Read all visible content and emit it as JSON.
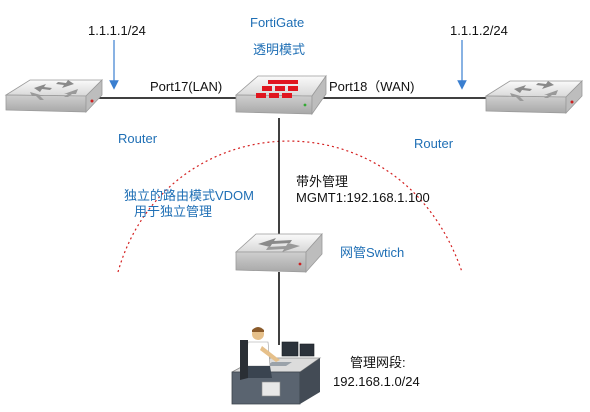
{
  "labels": {
    "left_ip": "1.1.1.1/24",
    "right_ip": "1.1.1.2/24",
    "fortigate_name": "FortiGate",
    "fortigate_mode": "透明模式",
    "port_lan": "Port17(LAN)",
    "port_wan": "Port18（WAN)",
    "left_router": "Router",
    "right_router": "Router",
    "oob_title": "带外管理",
    "oob_ip": "MGMT1:192.168.1.100",
    "vdom_line1": "独立的路由模式VDOM",
    "vdom_line2": "用于独立管理",
    "switch_label": "网管Swtich",
    "mgmt_title": "管理网段:",
    "mgmt_subnet": "192.168.1.0/24"
  },
  "colors": {
    "label_blue": "#1f6fb5",
    "fortinet_red": "#e0161f",
    "arc_red": "#d42020",
    "link_black": "#000000",
    "arrow_blue": "#3a7fd0"
  },
  "icons": {
    "left_router": "router-icon",
    "right_router": "router-icon",
    "fortigate": "fortigate-firewall-icon",
    "switch": "switch-icon",
    "admin": "admin-workstation-icon"
  }
}
